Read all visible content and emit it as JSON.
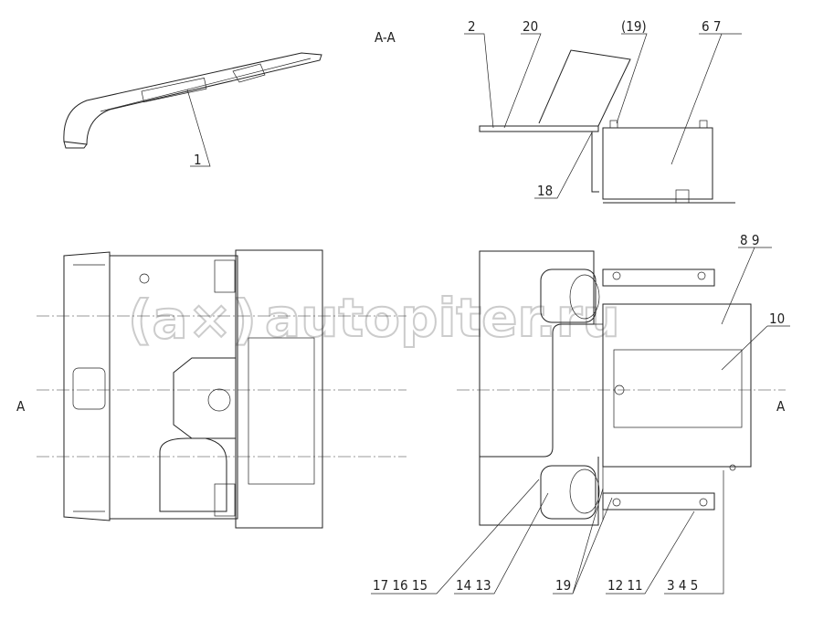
{
  "section_label": "A-A",
  "watermark": "autopiter.ru",
  "watermark_logo": "(a×)",
  "labels": {
    "l2": "2",
    "l20": "20",
    "l19top": "(19)",
    "l67": "6  7",
    "l1": "1",
    "l18": "18",
    "l89": "8  9",
    "l10": "10",
    "a_left": "A",
    "a_right": "A",
    "l171615": "17  16  15",
    "l1413": "14  13",
    "l19": "19",
    "l1211": "12  11",
    "l345": "3  4  5"
  }
}
